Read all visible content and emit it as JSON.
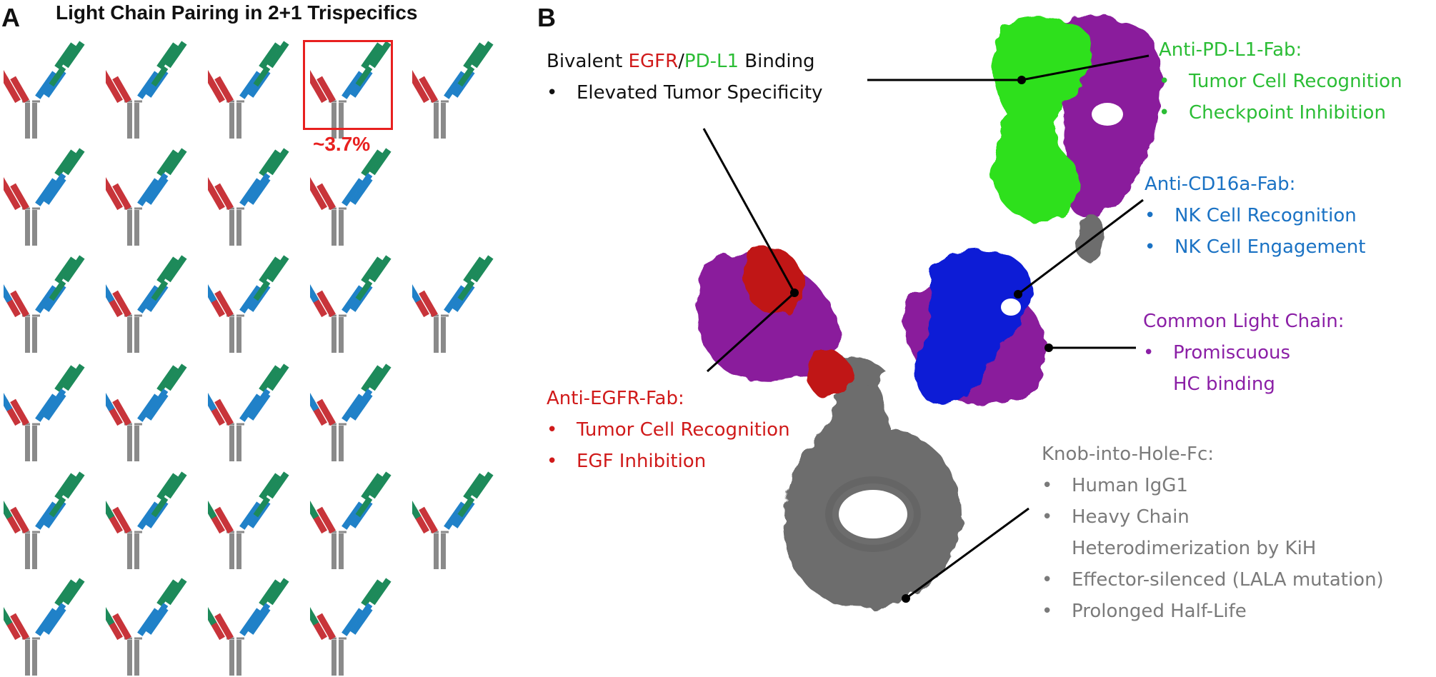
{
  "panel_a": {
    "label": "A",
    "title": "Light Chain Pairing in 2+1 Trispecifics",
    "highlight_percent": "~3.7%",
    "colors": {
      "red": "#c8343a",
      "blue": "#2081c8",
      "green": "#1d8a5a",
      "grey": "#8a8a8a"
    },
    "rows": [
      [
        [
          "red",
          "green"
        ],
        [
          "red",
          "green"
        ],
        [
          "red",
          "green"
        ],
        [
          "red",
          "green"
        ],
        [
          "red",
          "green"
        ]
      ],
      [
        [
          "red",
          "blue"
        ],
        [
          "red",
          "blue"
        ],
        [
          "red",
          "blue"
        ],
        [
          "red",
          "blue"
        ]
      ],
      [
        [
          "blue",
          "green"
        ],
        [
          "blue",
          "green"
        ],
        [
          "blue",
          "green"
        ],
        [
          "blue",
          "green"
        ],
        [
          "blue",
          "green"
        ]
      ],
      [
        [
          "blue",
          "blue"
        ],
        [
          "blue",
          "blue"
        ],
        [
          "blue",
          "blue"
        ],
        [
          "blue",
          "blue"
        ]
      ],
      [
        [
          "green",
          "green"
        ],
        [
          "green",
          "green"
        ],
        [
          "green",
          "green"
        ],
        [
          "green",
          "green"
        ],
        [
          "green",
          "green"
        ]
      ],
      [
        [
          "green",
          "blue"
        ],
        [
          "green",
          "blue"
        ],
        [
          "green",
          "blue"
        ],
        [
          "green",
          "blue"
        ]
      ]
    ]
  },
  "panel_b": {
    "label": "B",
    "bivalent": {
      "prefix": "Bivalent ",
      "egfr": "EGFR",
      "slash": "/",
      "pdl1": "PD-L1",
      "suffix": " Binding",
      "bullet": "Elevated Tumor Specificity"
    },
    "pdl1_fab": {
      "title": "Anti-PD-L1-Fab:",
      "bullets": [
        "Tumor Cell Recognition",
        "Checkpoint Inhibition"
      ]
    },
    "cd16a_fab": {
      "title": "Anti-CD16a-Fab:",
      "bullets": [
        "NK Cell Recognition",
        "NK Cell Engagement"
      ]
    },
    "light_chain": {
      "title": "Common Light Chain:",
      "bullets": [
        "Promiscuous",
        "HC binding"
      ]
    },
    "egfr_fab": {
      "title": "Anti-EGFR-Fab:",
      "bullets": [
        "Tumor Cell Recognition",
        "EGF Inhibition"
      ]
    },
    "kih_fc": {
      "title": "Knob-into-Hole-Fc:",
      "bullets": [
        "Human IgG1",
        "Heavy Chain",
        "Heterodimerization by KiH",
        "Effector-silenced (LALA mutation)",
        "Prolonged Half-Life"
      ]
    },
    "colors": {
      "green": "#2bbd35",
      "blue": "#1a72c4",
      "purple": "#8b1fa6",
      "red": "#d01a1a",
      "grey": "#7a7a7a"
    }
  }
}
